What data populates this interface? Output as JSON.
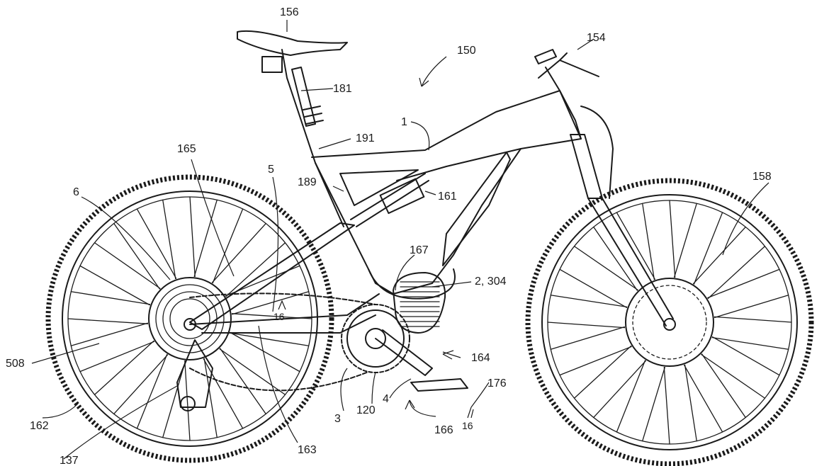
{
  "figure": {
    "labels": {
      "r150": "150",
      "r154": "154",
      "r156": "156",
      "r181": "181",
      "r191": "191",
      "r1": "1",
      "r165": "165",
      "r5": "5",
      "r189": "189",
      "r161": "161",
      "r6": "6",
      "r167": "167",
      "r2_304": "2, 304",
      "r16_chain": "16",
      "r164": "164",
      "r158": "158",
      "r508": "508",
      "r176": "176",
      "r4": "4",
      "r3": "3",
      "r120": "120",
      "r166": "166",
      "r16_pedal": "16",
      "r162": "162",
      "r163": "163",
      "r137": "137"
    }
  }
}
